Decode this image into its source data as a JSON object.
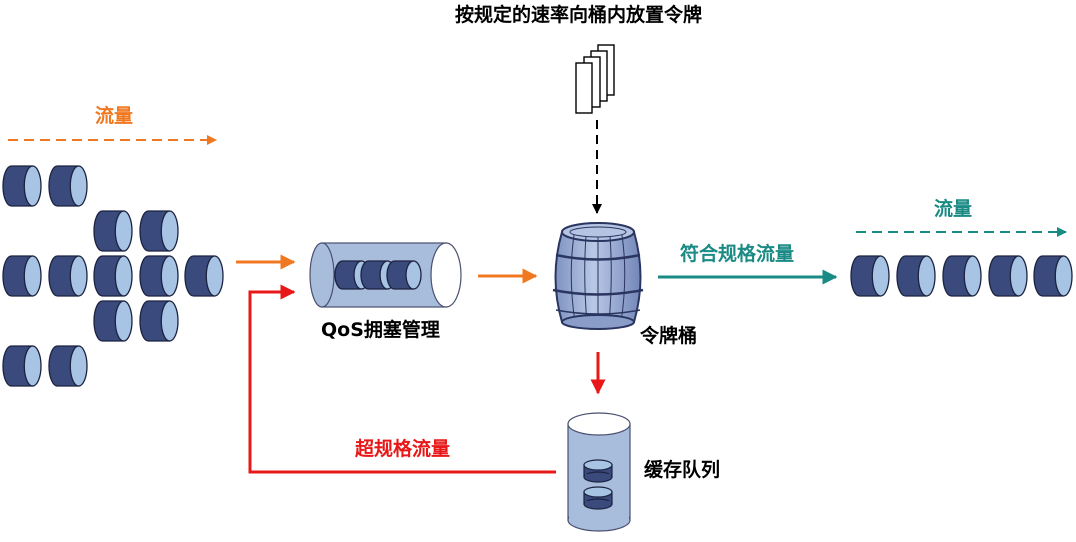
{
  "labels": {
    "token_source": "按规定的速率向桶内放置令牌",
    "flow_in": "流量",
    "qos": "QoS拥塞管理",
    "bucket": "令牌桶",
    "conform": "符合规格流量",
    "flow_out": "流量",
    "buffer": "缓存队列",
    "exceed": "超规格流量"
  },
  "colors": {
    "orange": "#f07820",
    "teal": "#1a8a84",
    "red": "#e81818",
    "packet_dark": "#3a4a7c",
    "packet_light": "#a8c4e4",
    "packet_stroke": "#1c2340",
    "container": "#a8bcdc"
  }
}
